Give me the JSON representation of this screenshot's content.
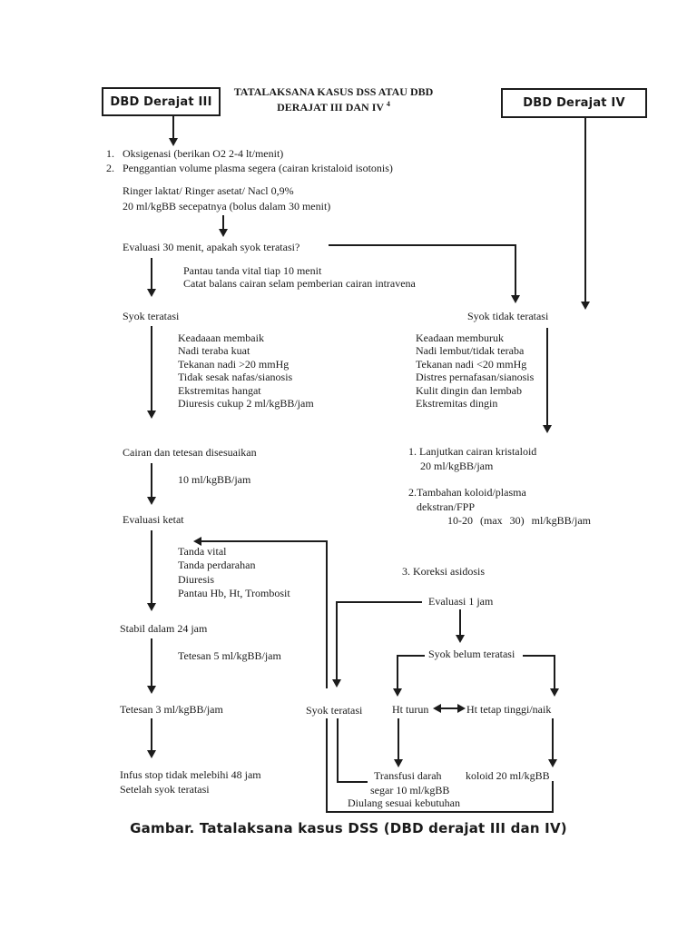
{
  "header": {
    "box_left": "DBD Derajat III",
    "box_right": "DBD Derajat IV",
    "title_line1": "TATALAKSANA KASUS DSS ATAU DBD",
    "title_line2": "DERAJAT III DAN IV",
    "title_ref": "4"
  },
  "steps": {
    "n1": "1.",
    "t1": "Oksigenasi (berikan O2 2-4 lt/menit)",
    "n2": "2.",
    "t2": "Penggantian volume plasma segera (cairan kristaloid isotonis)"
  },
  "left_flow": {
    "ringer": [
      "Ringer laktat/ Ringer asetat/ Nacl 0,9%",
      "20 ml/kgBB secepatnya (bolus dalam 30 menit)"
    ],
    "evaluasi_30": "Evaluasi 30 menit, apakah syok teratasi?",
    "pantau": [
      "Pantau tanda vital tiap 10 menit",
      "Catat balans cairan selam pemberian cairan intravena"
    ],
    "syok_teratasi": "Syok teratasi",
    "kriteria_membaik": [
      "Keadaaan membaik",
      "Nadi teraba kuat",
      "Tekanan nadi >20 mmHg",
      "Tidak sesak nafas/sianosis",
      "Ekstremitas hangat",
      "Diuresis cukup 2 ml/kgBB/jam"
    ],
    "cairan": "Cairan dan tetesan disesuaikan",
    "label_10ml": "10 ml/kgBB/jam",
    "evaluasi_ketat": "Evaluasi ketat",
    "monitor": [
      "Tanda vital",
      "Tanda perdarahan",
      "Diuresis",
      "Pantau Hb, Ht, Trombosit"
    ],
    "stabil": "Stabil dalam 24 jam",
    "tetesan5": "Tetesan 5 ml/kgBB/jam",
    "tetesan3": "Tetesan 3 ml/kgBB/jam",
    "infus": [
      "Infus stop tidak melebihi 48 jam",
      "Setelah syok teratasi"
    ]
  },
  "right_flow": {
    "syok_tidak_teratasi": "Syok tidak teratasi",
    "kriteria_memburuk": [
      "Keadaan memburuk",
      "Nadi lembut/tidak teraba",
      "Tekanan nadi <20 mmHg",
      "Distres pernafasan/sianosis",
      "Kulit dingin dan lembab",
      "Ekstremitas dingin"
    ],
    "lanjutkan_1": "1. Lanjutkan cairan kristaloid",
    "lanjutkan_2": "20 ml/kgBB/jam",
    "tambahan_1": "2.Tambahan koloid/plasma",
    "tambahan_2": "dekstran/FPP",
    "tambahan_3": "10-20 (max 30) ml/kgBB/jam",
    "koreksi": "3. Koreksi asidosis",
    "evaluasi_1jam": "Evaluasi 1 jam",
    "syok_belum": "Syok belum teratasi",
    "syok_teratasi2": "Syok teratasi",
    "ht_turun": "Ht turun",
    "ht_tetap": "Ht tetap tinggi/naik",
    "transfusi_1": "Transfusi darah",
    "transfusi_2": "segar 10 ml/kgBB",
    "transfusi_3": "Diulang sesuai kebutuhan",
    "koloid": "koloid 20 ml/kgBB"
  },
  "caption": "Gambar. Tatalaksana kasus DSS (DBD derajat III dan IV)"
}
